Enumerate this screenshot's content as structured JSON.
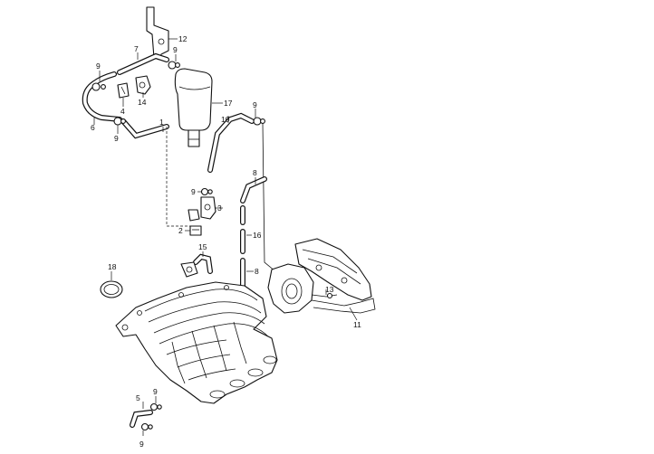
{
  "diagram": {
    "callouts": {
      "c1": "1",
      "c2": "2",
      "c3": "3",
      "c4": "4",
      "c5": "5",
      "c6": "6",
      "c7": "7",
      "c8a": "8",
      "c8b": "8",
      "c9a": "9",
      "c9b": "9",
      "c9c": "9",
      "c9d": "9",
      "c9e": "9",
      "c9f": "9",
      "c10": "10",
      "c11": "11",
      "c12": "12",
      "c13": "13",
      "c14": "14",
      "c15": "15",
      "c16": "16",
      "c17": "17",
      "c18": "18"
    }
  }
}
